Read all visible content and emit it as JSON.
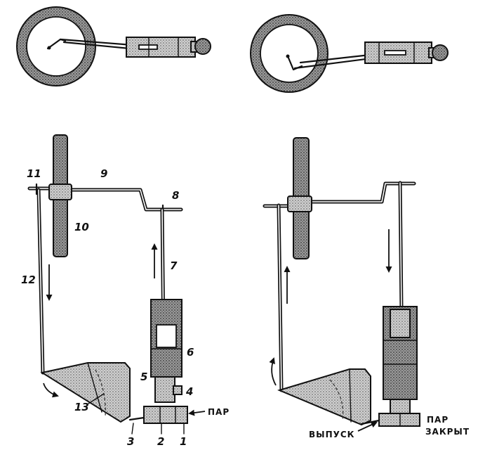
{
  "left_figure": {
    "labels": {
      "shaft_end": "11",
      "shaft": "9",
      "crank": "8",
      "wheel": "10",
      "piston_rod": "7",
      "rod": "12",
      "cylinder": "6",
      "neck": "5",
      "flange": "4",
      "sector": "13",
      "valve_rod": "3",
      "valve_body": "2",
      "valve_port": "1"
    },
    "steam_label": "ПАР"
  },
  "right_figure": {
    "steam_label": "ПАР",
    "closed_label": "ЗАКРЫТ",
    "exhaust_label": "ВЫПУСК"
  }
}
